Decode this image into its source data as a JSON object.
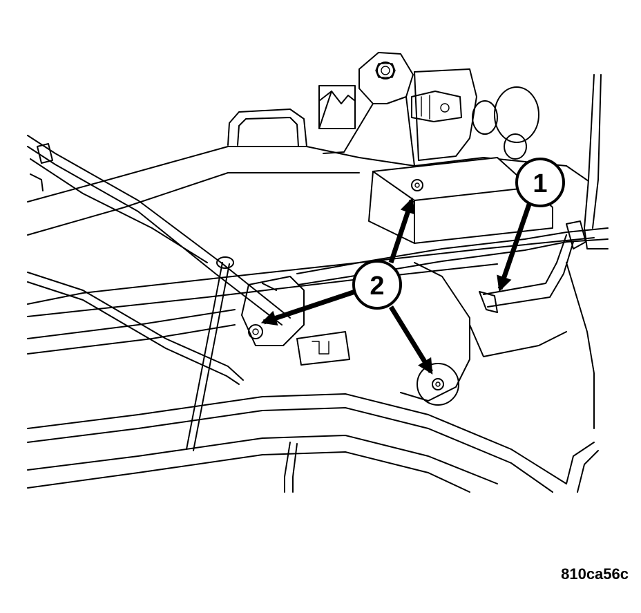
{
  "callouts": [
    {
      "label": "1"
    },
    {
      "label": "2"
    }
  ],
  "figure_code": "810ca56c",
  "colors": {
    "line": "#000000",
    "background": "#ffffff"
  }
}
